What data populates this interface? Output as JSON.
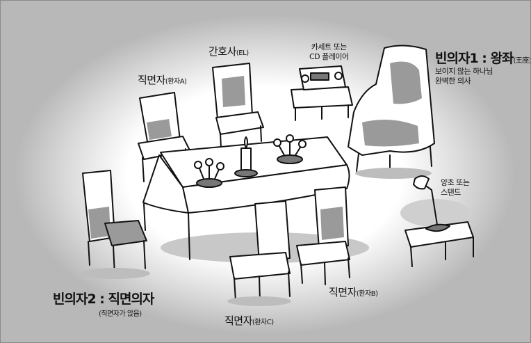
{
  "labels": {
    "nurse": {
      "main": "간호사",
      "sub": "(EL)"
    },
    "cassette": {
      "line1": "카세트 또는",
      "line2": "CD 플레이어"
    },
    "empty_chair_1": {
      "title": "빈의자1 : 왕좌",
      "hanja": "(王座)",
      "line1": "보이지 않는 하나님",
      "line2": "완벽한 의사"
    },
    "facing_a": {
      "main": "직면자",
      "sub": "(환자A)"
    },
    "candle_stand": {
      "line1": "양초 또는",
      "line2": "스탠드"
    },
    "empty_chair_2": {
      "title": "빈의자2 : 직면의자",
      "note": "(직면자가 앉음)"
    },
    "facing_b": {
      "main": "직면자",
      "sub": "(환자B)"
    },
    "facing_c": {
      "main": "직면자",
      "sub": "(환자C)"
    }
  },
  "colors": {
    "shadow": "#a6a6a6",
    "outline": "#111111",
    "paper": "#ffffff"
  }
}
